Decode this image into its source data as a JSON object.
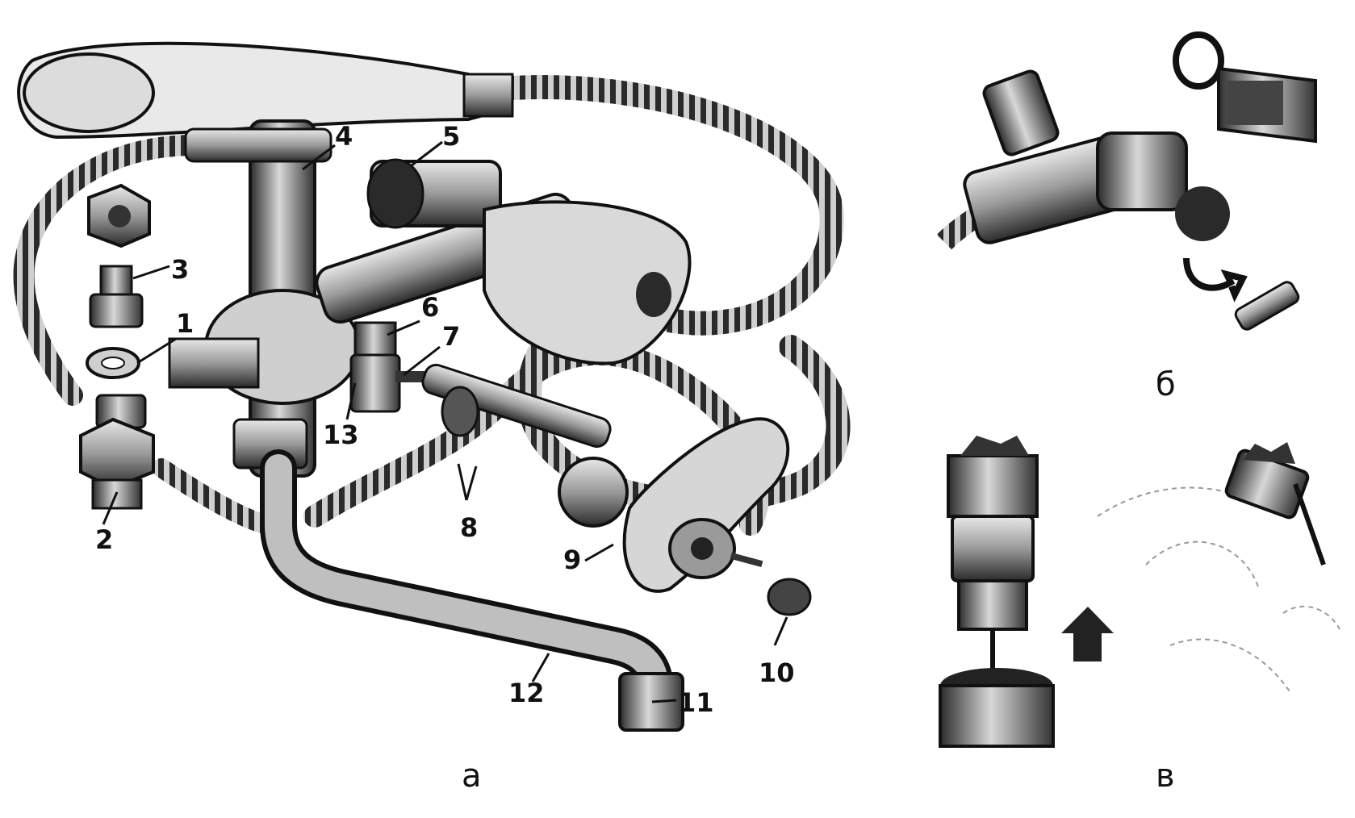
{
  "panels": {
    "a": {
      "caption": "а"
    },
    "b": {
      "caption": "б"
    },
    "v": {
      "caption": "в"
    }
  },
  "callouts": [
    "1",
    "2",
    "3",
    "4",
    "5",
    "6",
    "7",
    "8",
    "9",
    "10",
    "11",
    "12",
    "13"
  ],
  "colors": {
    "ink": "#111111",
    "mid": "#555555",
    "light": "#bdbdbd",
    "paper": "#ffffff"
  }
}
